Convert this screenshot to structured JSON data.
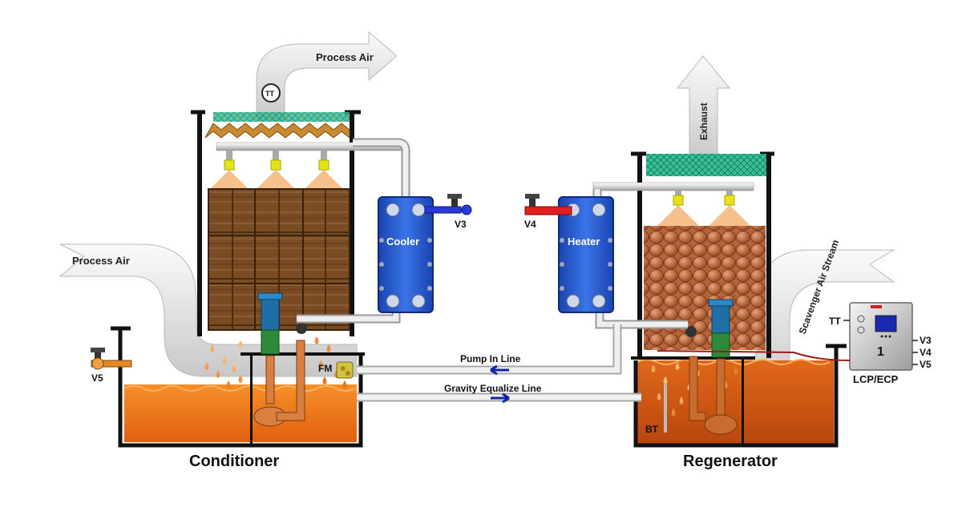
{
  "diagram": {
    "tanks": {
      "conditioner": "Conditioner",
      "regenerator": "Regenerator"
    },
    "air": {
      "process_air_in": "Process Air",
      "process_air_out": "Process Air",
      "exhaust": "Exhaust",
      "scavenger": "Scavenger Air Stream"
    },
    "exchangers": {
      "cooler": "Cooler",
      "heater": "Heater"
    },
    "valves": {
      "v3": "V3",
      "v4": "V4",
      "v5": "V5"
    },
    "lines": {
      "pump_in": "Pump In Line",
      "gravity_equalize": "Gravity Equalize Line"
    },
    "instruments": {
      "tt_outlet": "TT",
      "tt_panel": "TT",
      "fm": "FM",
      "bt": "BT"
    },
    "panel": {
      "title": "LCP/ECP",
      "number": "1",
      "outputs": [
        "V3",
        "V4",
        "V5"
      ]
    },
    "colors": {
      "liquid": "#f07a1a",
      "media_conditioner": "#7a4a22",
      "media_regenerator": "#c9743e",
      "exchanger": "#2255cc",
      "duct": "#e6e6e6",
      "mist_eliminator": "#2fb88f"
    }
  }
}
